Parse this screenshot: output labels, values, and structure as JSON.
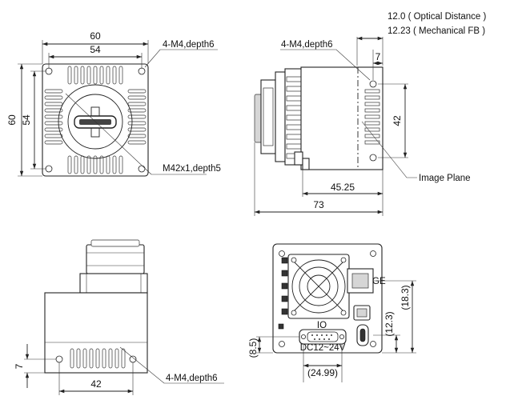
{
  "front_view": {
    "overall_width": "60",
    "hole_spacing_width": "54",
    "overall_height": "60",
    "hole_spacing_height": "54",
    "mount_holes_note": "4-M4,depth6",
    "lens_mount_note": "M42x1,depth5"
  },
  "side_view": {
    "optical_distance": "12.0 ( Optical Distance )",
    "mechanical_fb": "12.23 ( Mechanical FB )",
    "mount_holes_note": "4-M4,depth6",
    "hole_offset": "7",
    "hole_spacing": "42",
    "image_plane_label": "Image Plane",
    "plane_depth": "45.25",
    "overall_length": "73"
  },
  "bottom_view": {
    "hole_offset": "7",
    "hole_spacing": "42",
    "mount_holes_note": "4-M4,depth6"
  },
  "rear_view": {
    "io_label": "IO",
    "power_label": "DC12~24V",
    "ge_label": "GE",
    "io_height": "(8.5)",
    "io_width": "(24.99)",
    "usb_height": "(12.3)",
    "ge_height": "(18.3)"
  }
}
